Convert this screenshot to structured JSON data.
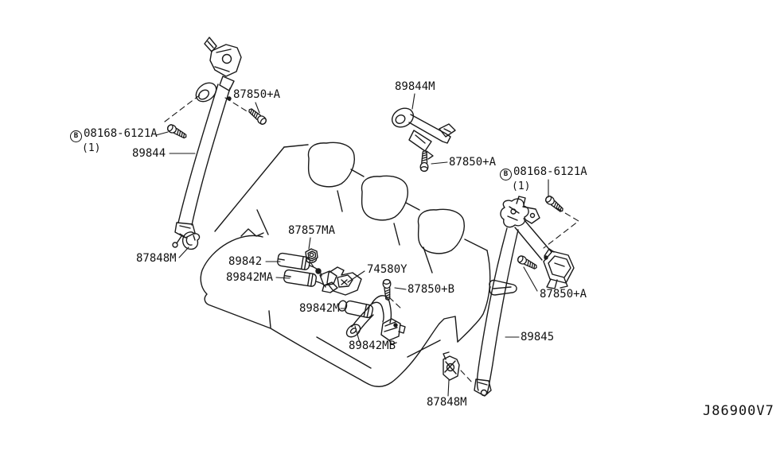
{
  "colors": {
    "ink": "#1a1a1a",
    "background": "#ffffff"
  },
  "parts": {
    "bolt_87850_a": "87850+A",
    "bolt_87850_b": "87850+B",
    "bolt_08168_prefix": "B",
    "bolt_08168": "08168-6121A",
    "bolt_08168_qty": "(1)",
    "retractor_89844m": "89844M",
    "belt_89844": "89844",
    "belt_89845": "89845",
    "cover_87848m": "87848M",
    "nut_87857ma": "87857MA",
    "buckle_89842": "89842",
    "buckle_89842ma": "89842MA",
    "buckle_89842m": "89842M",
    "belt_89842mb": "89842MB",
    "bracket_74580y": "74580Y"
  },
  "diagram_code": "J86900V7"
}
